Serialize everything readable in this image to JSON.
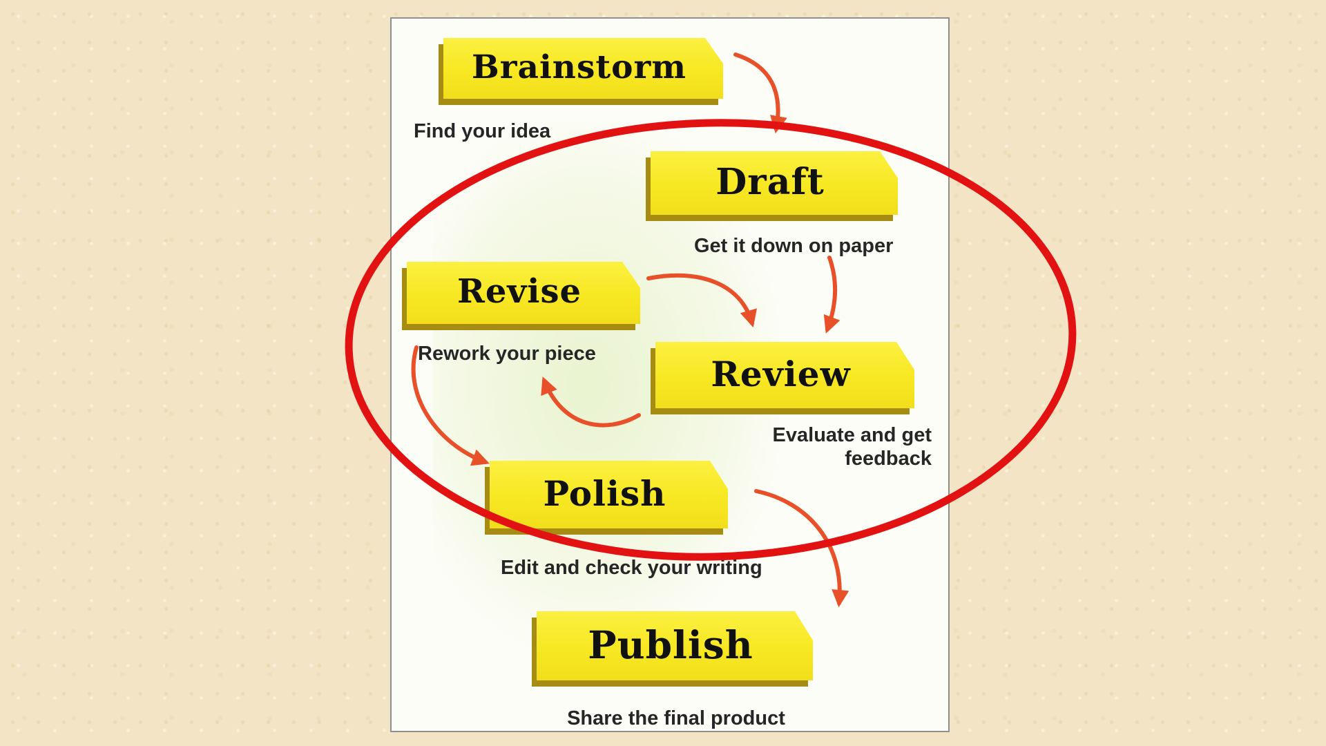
{
  "diagram": {
    "subject": "writing-process-flowchart",
    "steps": [
      {
        "label": "Brainstorm",
        "caption": "Find your idea"
      },
      {
        "label": "Draft",
        "caption": "Get it down on paper"
      },
      {
        "label": "Revise",
        "caption": "Rework your piece"
      },
      {
        "label": "Review",
        "caption": "Evaluate and get feedback"
      },
      {
        "label": "Polish",
        "caption": "Edit and check your writing"
      },
      {
        "label": "Publish",
        "caption": "Share the final product"
      }
    ],
    "colors": {
      "banner": "#F7E822",
      "banner_shadow": "#A68C12",
      "arrow": "#E8502A",
      "emphasis_ellipse": "#E31212",
      "background": "#F2E4C4",
      "panel": "#FDFDF8"
    }
  }
}
